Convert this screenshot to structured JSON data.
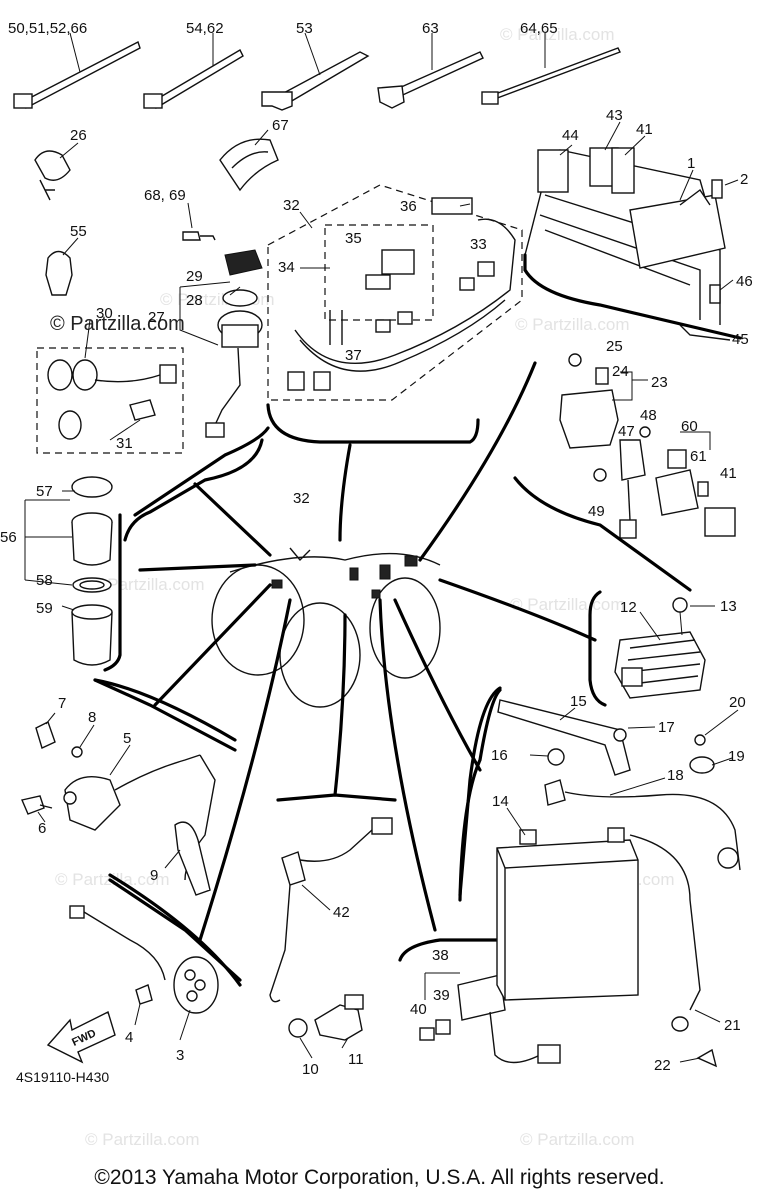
{
  "figure_code": "4S19110-H430",
  "copyright": "©2013 Yamaha Motor Corporation, U.S.A. All rights reserved.",
  "watermark": "© Partzilla.com",
  "fwd_label": "FWD",
  "callouts": {
    "c50": "50,51,52,66",
    "c54": "54,62",
    "c53": "53",
    "c63": "63",
    "c64": "64,65",
    "c26": "26",
    "c67": "67",
    "c68": "68, 69",
    "c32a": "32",
    "c36": "36",
    "c44": "44",
    "c43": "43",
    "c41a": "41",
    "c1": "1",
    "c2": "2",
    "c55": "55",
    "c35": "35",
    "c34": "34",
    "c33": "33",
    "c29": "29",
    "c28": "28",
    "c27": "27",
    "c30": "30",
    "c46": "46",
    "c45": "45",
    "c37": "37",
    "c25": "25",
    "c24": "24",
    "c23": "23",
    "c31": "31",
    "c48": "48",
    "c60": "60",
    "c47": "47",
    "c61": "61",
    "c41b": "41",
    "c49": "49",
    "c57": "57",
    "c56": "56",
    "c32b": "32",
    "c58": "58",
    "c59": "59",
    "c12": "12",
    "c13": "13",
    "c7": "7",
    "c8": "8",
    "c5": "5",
    "c6": "6",
    "c15": "15",
    "c20": "20",
    "c17": "17",
    "c16": "16",
    "c19": "19",
    "c18": "18",
    "c14": "14",
    "c9": "9",
    "c42": "42",
    "c38": "38",
    "c4": "4",
    "c39": "39",
    "c40": "40",
    "c11": "11",
    "c3": "3",
    "c21": "21",
    "c10": "10",
    "c22": "22"
  }
}
